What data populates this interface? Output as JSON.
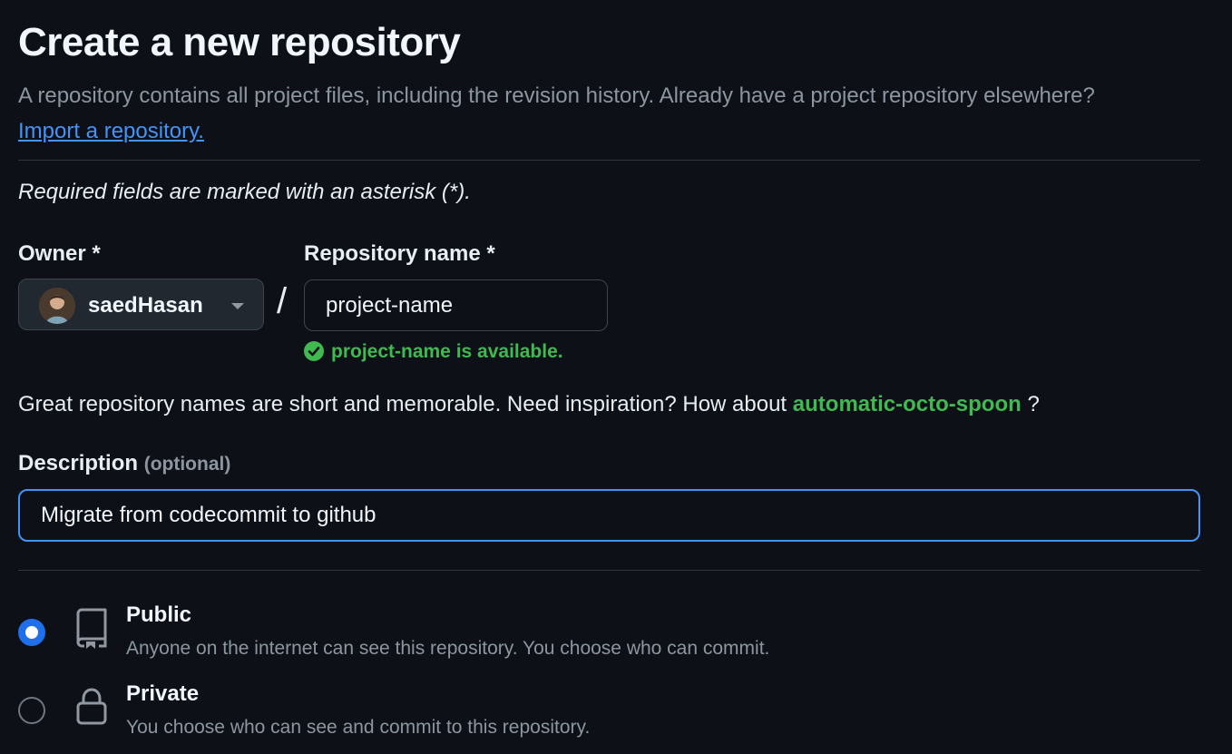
{
  "header": {
    "title": "Create a new repository",
    "intro": "A repository contains all project files, including the revision history. Already have a project repository elsewhere?",
    "import_link": "Import a repository."
  },
  "form": {
    "required_note": "Required fields are marked with an asterisk (*).",
    "owner": {
      "label": "Owner *",
      "value": "saedHasan"
    },
    "separator": "/",
    "repo_name": {
      "label": "Repository name *",
      "value": "project-name",
      "availability": "project-name is available."
    },
    "suggestion": {
      "text": "Great repository names are short and memorable. Need inspiration? How about",
      "name": "automatic-octo-spoon",
      "suffix": "?"
    },
    "description": {
      "label": "Description",
      "optional": "(optional)",
      "value": "Migrate from codecommit to github "
    },
    "visibility": [
      {
        "title": "Public",
        "description": "Anyone on the internet can see this repository. You choose who can commit.",
        "selected": true,
        "icon": "repo-icon"
      },
      {
        "title": "Private",
        "description": "You choose who can see and commit to this repository.",
        "selected": false,
        "icon": "lock-icon"
      }
    ]
  },
  "colors": {
    "background": "#0d1117",
    "accent_blue": "#4493f8",
    "success_green": "#3fb950",
    "muted_text": "#8d96a0",
    "radio_selected": "#1f6feb"
  }
}
